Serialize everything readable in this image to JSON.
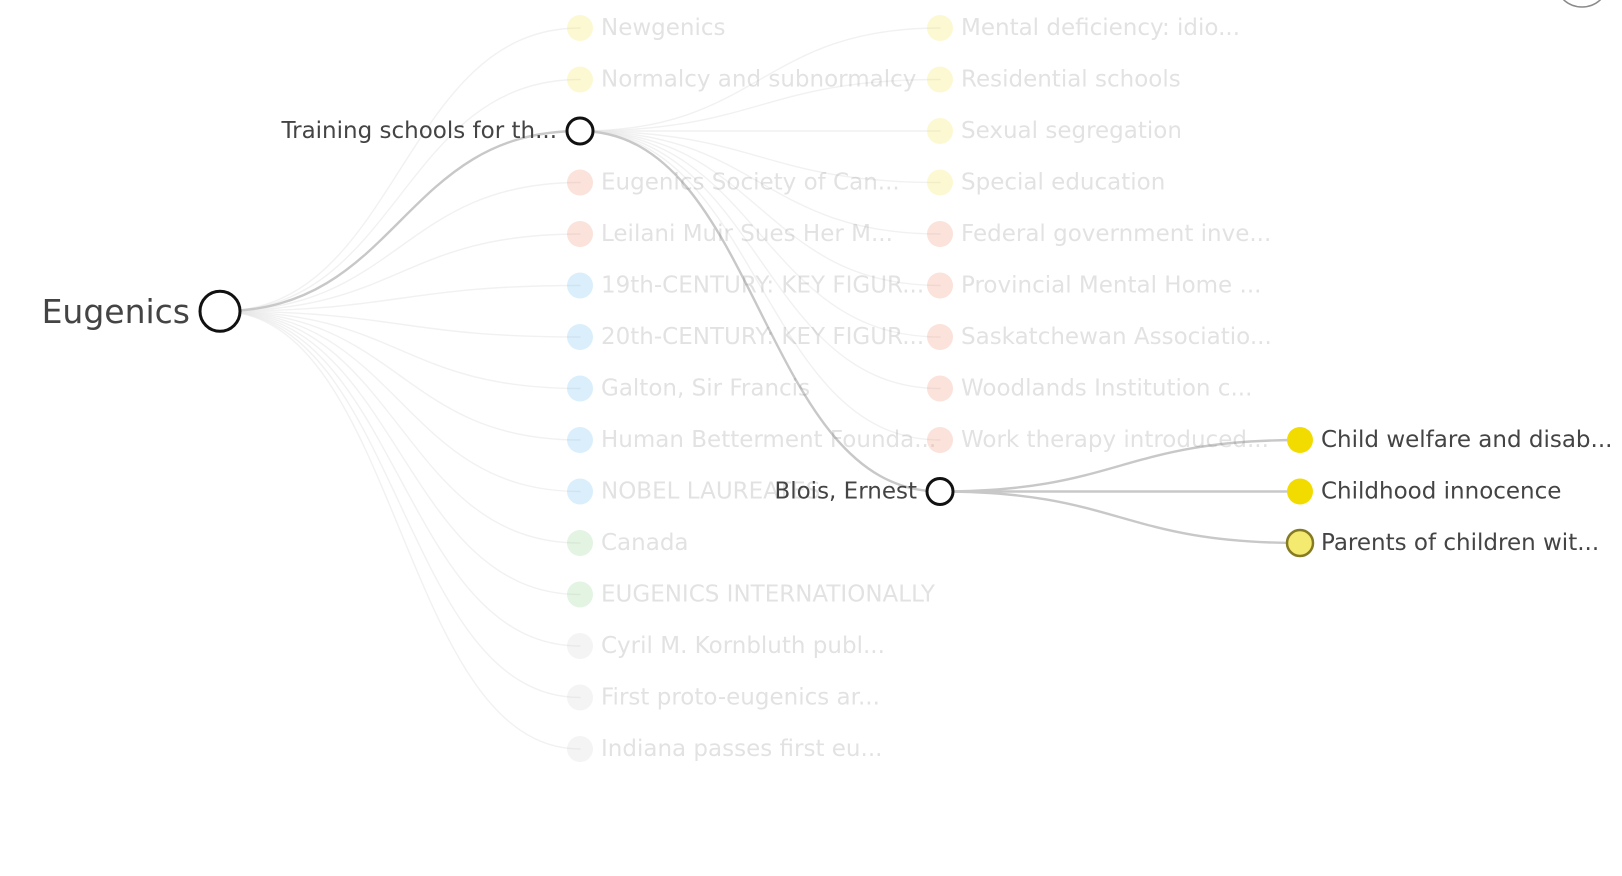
{
  "diagram": {
    "root": {
      "id": "root",
      "label": "Eugenics",
      "depth": 0,
      "slot": 5.5,
      "state": "expanded"
    },
    "colors": {
      "group_yellow": "#f4e94a",
      "group_red": "#f08a6e",
      "group_blue": "#6cc0ee",
      "group_green": "#8fd28f",
      "group_gray": "#d2d2d2",
      "selected_fill": "#f2dc00",
      "focus_fill": "#f5ea70",
      "focus_stroke": "#857b22",
      "expanded_fill": "#ffffff",
      "expanded_stroke": "#111111",
      "active_label": "#444444",
      "active_link": "#c8c8c8",
      "faded_link": "#e6e6e6"
    },
    "nodes": [
      {
        "id": "n1",
        "label": "Newgenics",
        "parent": "root",
        "depth": 1,
        "slot": 0,
        "group": "yellow",
        "state": "faded"
      },
      {
        "id": "n2",
        "label": "Normalcy and subnormalcy",
        "parent": "root",
        "depth": 1,
        "slot": 1,
        "group": "yellow",
        "state": "faded"
      },
      {
        "id": "n3",
        "label": "Training schools for th...",
        "parent": "root",
        "depth": 1,
        "slot": 2,
        "group": "yellow",
        "state": "expanded"
      },
      {
        "id": "n4",
        "label": "Eugenics Society of Can...",
        "parent": "root",
        "depth": 1,
        "slot": 3,
        "group": "red",
        "state": "faded"
      },
      {
        "id": "n5",
        "label": "Leilani Muir Sues Her M...",
        "parent": "root",
        "depth": 1,
        "slot": 4,
        "group": "red",
        "state": "faded"
      },
      {
        "id": "n6",
        "label": "19th-CENTURY: KEY FIGUR...",
        "parent": "root",
        "depth": 1,
        "slot": 5,
        "group": "blue",
        "state": "faded"
      },
      {
        "id": "n7",
        "label": "20th-CENTURY: KEY FIGUR...",
        "parent": "root",
        "depth": 1,
        "slot": 6,
        "group": "blue",
        "state": "faded"
      },
      {
        "id": "n8",
        "label": "Galton, Sir Francis",
        "parent": "root",
        "depth": 1,
        "slot": 7,
        "group": "blue",
        "state": "faded"
      },
      {
        "id": "n9",
        "label": "Human Betterment Founda...",
        "parent": "root",
        "depth": 1,
        "slot": 8,
        "group": "blue",
        "state": "faded"
      },
      {
        "id": "n10",
        "label": "NOBEL LAUREATES",
        "parent": "root",
        "depth": 1,
        "slot": 9,
        "group": "blue",
        "state": "faded"
      },
      {
        "id": "n11",
        "label": "Canada",
        "parent": "root",
        "depth": 1,
        "slot": 10,
        "group": "green",
        "state": "faded"
      },
      {
        "id": "n12",
        "label": "EUGENICS INTERNATIONALLY",
        "parent": "root",
        "depth": 1,
        "slot": 11,
        "group": "green",
        "state": "faded"
      },
      {
        "id": "n13",
        "label": "Cyril M. Kornbluth publ...",
        "parent": "root",
        "depth": 1,
        "slot": 12,
        "group": "gray",
        "state": "faded"
      },
      {
        "id": "n14",
        "label": "First proto-eugenics ar...",
        "parent": "root",
        "depth": 1,
        "slot": 13,
        "group": "gray",
        "state": "faded"
      },
      {
        "id": "n15",
        "label": "Indiana passes first eu...",
        "parent": "root",
        "depth": 1,
        "slot": 14,
        "group": "gray",
        "state": "faded"
      },
      {
        "id": "m1",
        "label": "Mental deficiency: idio...",
        "parent": "n3",
        "depth": 2,
        "slot": 0,
        "group": "yellow",
        "state": "faded"
      },
      {
        "id": "m2",
        "label": "Residential schools",
        "parent": "n3",
        "depth": 2,
        "slot": 1,
        "group": "yellow",
        "state": "faded"
      },
      {
        "id": "m3",
        "label": "Sexual segregation",
        "parent": "n3",
        "depth": 2,
        "slot": 2,
        "group": "yellow",
        "state": "faded"
      },
      {
        "id": "m4",
        "label": "Special education",
        "parent": "n3",
        "depth": 2,
        "slot": 3,
        "group": "yellow",
        "state": "faded"
      },
      {
        "id": "m5",
        "label": "Federal government inve...",
        "parent": "n3",
        "depth": 2,
        "slot": 4,
        "group": "red",
        "state": "faded"
      },
      {
        "id": "m6",
        "label": "Provincial Mental Home ...",
        "parent": "n3",
        "depth": 2,
        "slot": 5,
        "group": "red",
        "state": "faded"
      },
      {
        "id": "m7",
        "label": "Saskatchewan Associatio...",
        "parent": "n3",
        "depth": 2,
        "slot": 6,
        "group": "red",
        "state": "faded"
      },
      {
        "id": "m8",
        "label": "Woodlands Institution c...",
        "parent": "n3",
        "depth": 2,
        "slot": 7,
        "group": "red",
        "state": "faded"
      },
      {
        "id": "m9",
        "label": "Work therapy introduced...",
        "parent": "n3",
        "depth": 2,
        "slot": 8,
        "group": "red",
        "state": "faded"
      },
      {
        "id": "m10",
        "label": "Blois, Ernest",
        "parent": "n3",
        "depth": 2,
        "slot": 9,
        "group": "gray",
        "state": "expanded"
      },
      {
        "id": "c1",
        "label": "Child welfare and disab...",
        "parent": "m10",
        "depth": 3,
        "slot": 8,
        "group": "yellow",
        "state": "selected"
      },
      {
        "id": "c2",
        "label": "Childhood innocence",
        "parent": "m10",
        "depth": 3,
        "slot": 9,
        "group": "yellow",
        "state": "selected"
      },
      {
        "id": "c3",
        "label": "Parents of children wit...",
        "parent": "m10",
        "depth": 3,
        "slot": 10,
        "group": "yellow",
        "state": "focus"
      }
    ]
  }
}
